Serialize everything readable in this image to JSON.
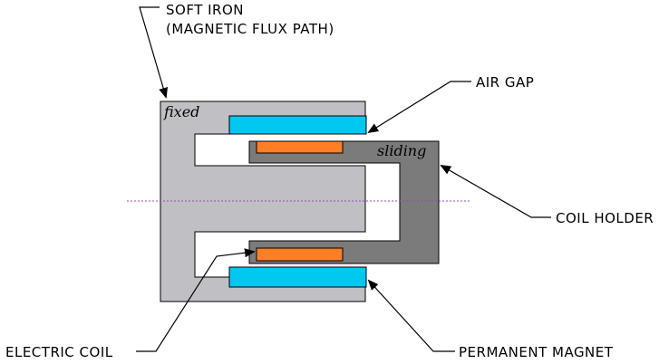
{
  "labels": {
    "soft_iron_line1": "SOFT IRON",
    "soft_iron_line2": "(MAGNETIC FLUX PATH)",
    "air_gap": "AIR GAP",
    "coil_holder": "COIL HOLDER",
    "electric_coil": "ELECTRIC COIL",
    "permanent_magnet": "PERMANENT MAGNET",
    "fixed": "fixed",
    "sliding": "sliding"
  },
  "colors": {
    "soft_iron": "#c0c0c4",
    "coil_holder": "#7b7b7b",
    "permanent_magnet": "#00c8f0",
    "electric_coil": "#ff7f27",
    "axis_line": "#a040c0",
    "outline": "#000000"
  }
}
